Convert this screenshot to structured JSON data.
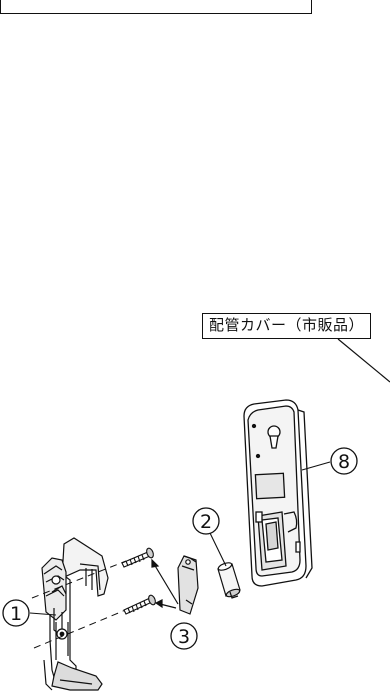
{
  "callout": {
    "label": "配管カバー（市販品）"
  },
  "part_numbers": {
    "p1": "1",
    "p2": "2",
    "p3": "3",
    "p8": "8"
  }
}
